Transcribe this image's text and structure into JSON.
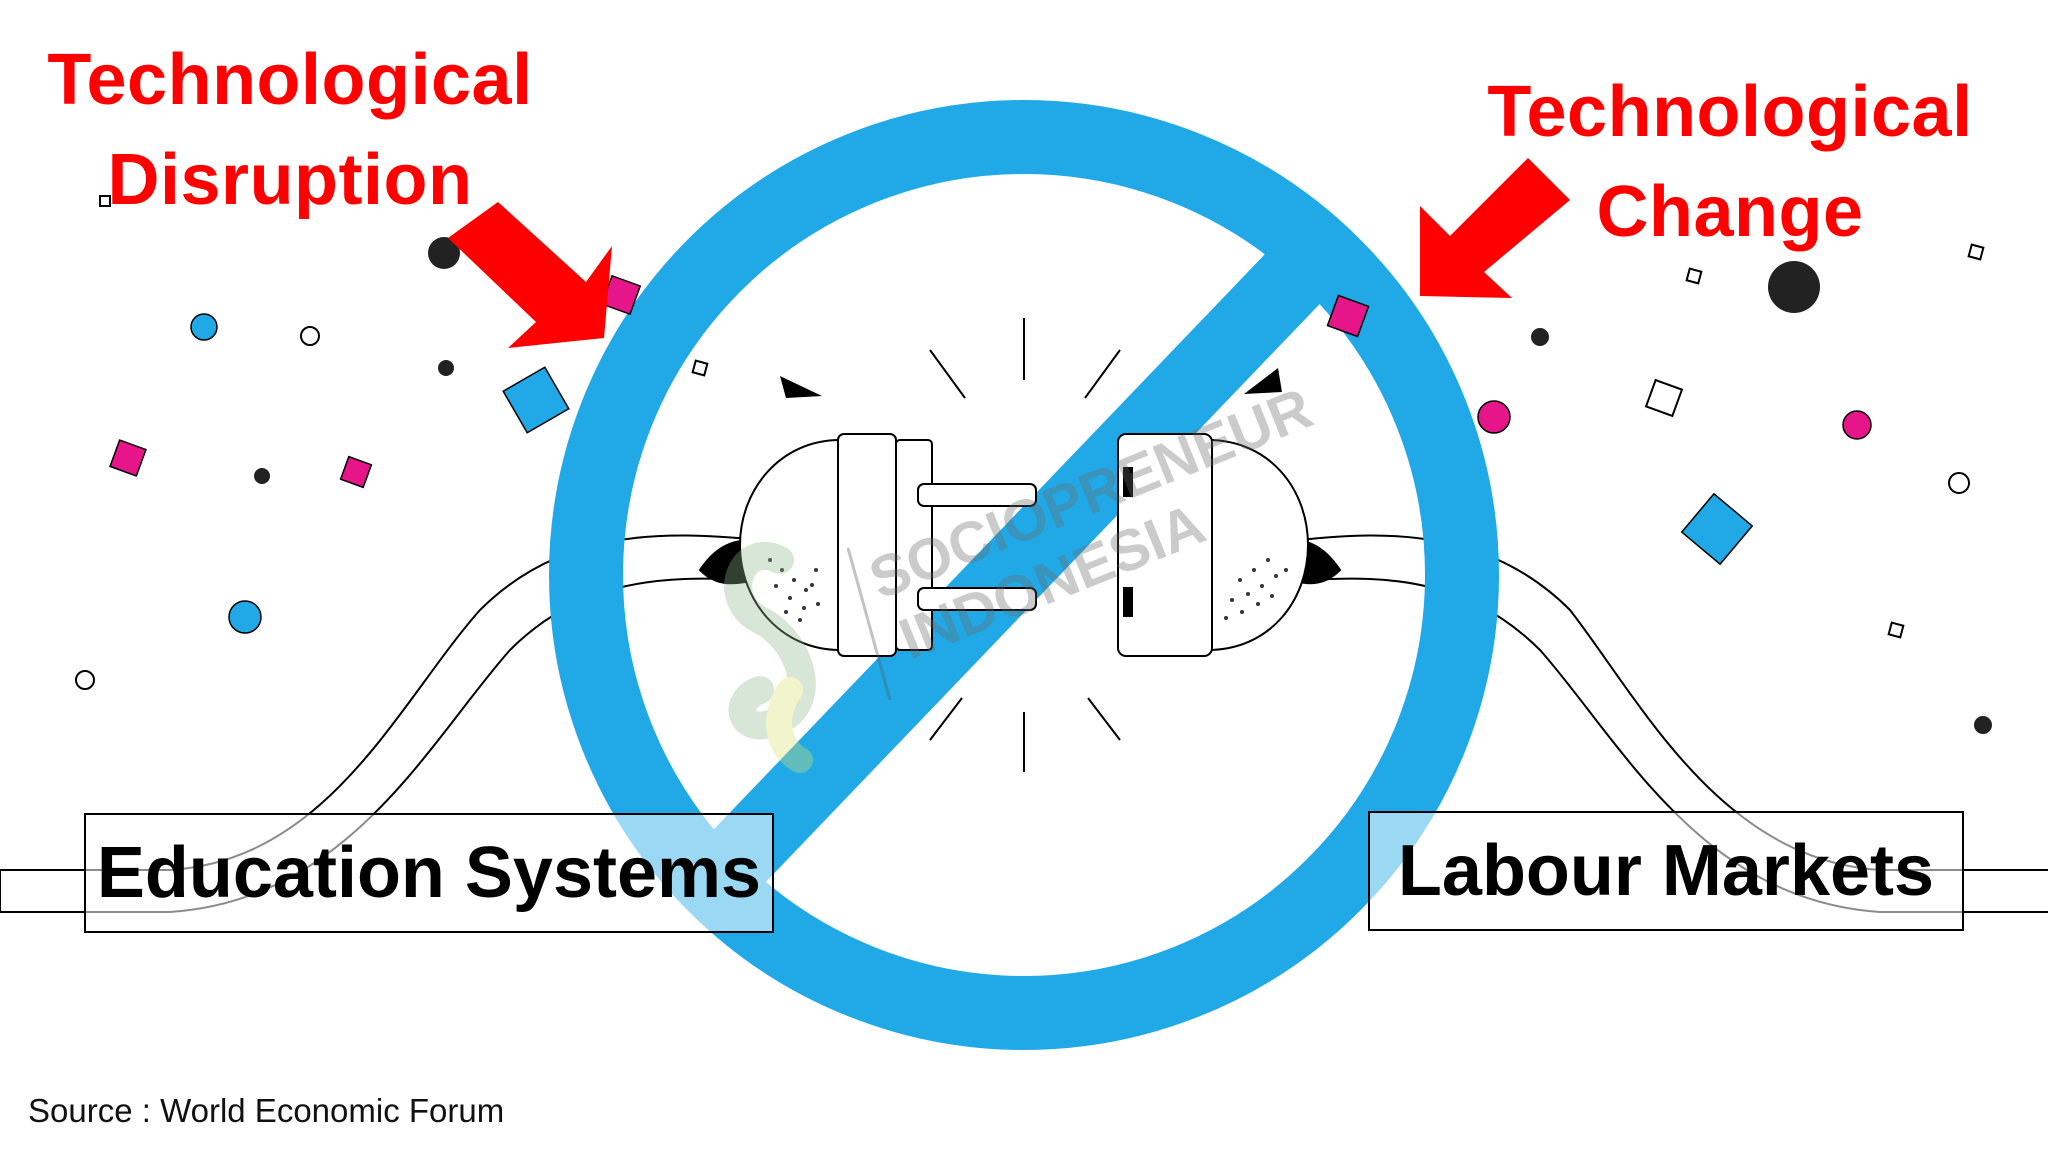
{
  "labels": {
    "disruption_line1": "Technological",
    "disruption_line2": "Disruption",
    "change_line1": "Technological",
    "change_line2": "Change",
    "education": "Education Systems",
    "labour": "Labour Markets"
  },
  "source": "Source : World Economic Forum",
  "watermark": {
    "line1": "SOCIOPRENEUR",
    "line2": "INDONESIA"
  },
  "colors": {
    "accent_red": "#ff0000",
    "ring_blue": "#21a9e7",
    "magenta": "#e6168a",
    "text_black": "#000000"
  },
  "icons": {
    "arrow_left": "red-arrow-icon",
    "arrow_right": "red-arrow-icon",
    "prohibition": "no-sign-icon",
    "plug": "unplugged-plug-icon"
  }
}
